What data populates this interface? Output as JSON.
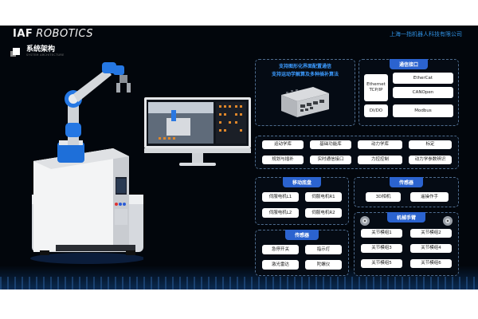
{
  "header": {
    "brand_mark": "IAF",
    "brand_word": "ROBOTICS",
    "company": "上海一指机器人科技有限公司",
    "title": "系统架构",
    "subtitle": "SYSTEM ARCHITECTURE"
  },
  "graphics_panel": {
    "line1": "支持图形化界面配置通信",
    "line2": "支持运动学解算及多种插补算法"
  },
  "comm": {
    "title": "通信接口",
    "ethernet": "Ethernet\nTCP/IP",
    "items": [
      "EtherCat",
      "CANOpen",
      "Modbus"
    ],
    "dio": "DI/DO"
  },
  "algorithms": {
    "items": [
      "运动学库",
      "基础功能库",
      "动力学库",
      "标定",
      "规划与插补",
      "实时通信接口",
      "力控控制",
      "动力学参数辨识"
    ]
  },
  "mobile": {
    "title": "移动底盘",
    "items": [
      "伺服电机L1",
      "伺服电机R1",
      "伺服电机L2",
      "伺服电机R2"
    ]
  },
  "sensor_left": {
    "title": "传感器",
    "items": [
      "急停开关",
      "指示灯",
      "激光雷达",
      "陀螺仪"
    ]
  },
  "sensor_right": {
    "title": "传感器",
    "items": [
      "3D相机",
      "遥操作手"
    ]
  },
  "arm": {
    "title": "机械手臂",
    "items": [
      "关节模组1",
      "关节模组2",
      "关节模组3",
      "关节模组4",
      "关节模组5",
      "关节模组6"
    ]
  },
  "colors": {
    "accent": "#2b63cf",
    "highlight_text": "#3c9bff",
    "background": "#02060c"
  }
}
